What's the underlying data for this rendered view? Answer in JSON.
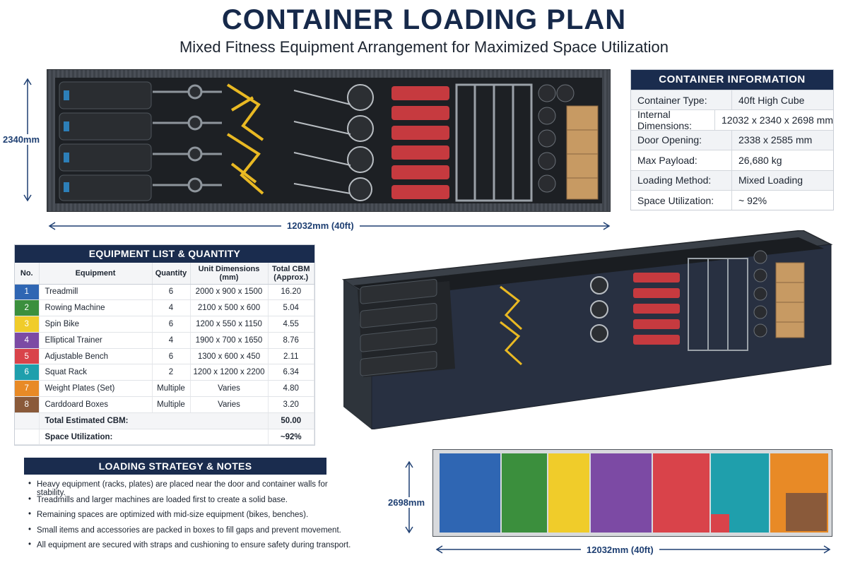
{
  "header": {
    "title": "CONTAINER LOADING PLAN",
    "subtitle": "Mixed Fitness Equipment Arrangement for Maximized Space Utilization"
  },
  "top_view": {
    "width_label": "2340mm",
    "length_label": "12032mm (40ft)"
  },
  "container_info": {
    "heading": "CONTAINER INFORMATION",
    "rows": [
      {
        "key": "Container Type:",
        "value": "40ft High Cube"
      },
      {
        "key": "Internal Dimensions:",
        "value": "12032 x 2340 x 2698 mm"
      },
      {
        "key": "Door Opening:",
        "value": "2338 x 2585 mm"
      },
      {
        "key": "Max Payload:",
        "value": "26,680 kg"
      },
      {
        "key": "Loading Method:",
        "value": "Mixed Loading"
      },
      {
        "key": "Space Utilization:",
        "value": "~ 92%"
      }
    ]
  },
  "equipment": {
    "heading": "EQUIPMENT LIST & QUANTITY",
    "columns": [
      "No.",
      "Equipment",
      "Quantity",
      "Unit Dimensions (mm)",
      "Total CBM (Approx.)"
    ],
    "rows": [
      {
        "no": "1",
        "name": "Treadmill",
        "qty": "6",
        "dims": "2000 x 900 x 1500",
        "cbm": "16.20",
        "color": "#2f66b3"
      },
      {
        "no": "2",
        "name": "Rowing Machine",
        "qty": "4",
        "dims": "2100 x 500 x 600",
        "cbm": "5.04",
        "color": "#3b8f3d"
      },
      {
        "no": "3",
        "name": "Spin Bike",
        "qty": "6",
        "dims": "1200 x 550 x 1150",
        "cbm": "4.55",
        "color": "#f0cc2a"
      },
      {
        "no": "4",
        "name": "Elliptical Trainer",
        "qty": "4",
        "dims": "1900 x 700 x 1650",
        "cbm": "8.76",
        "color": "#7c4aa4"
      },
      {
        "no": "5",
        "name": "Adjustable Bench",
        "qty": "6",
        "dims": "1300 x 600 x 450",
        "cbm": "2.11",
        "color": "#d9434a"
      },
      {
        "no": "6",
        "name": "Squat Rack",
        "qty": "2",
        "dims": "1200 x 1200 x 2200",
        "cbm": "6.34",
        "color": "#1f9fac"
      },
      {
        "no": "7",
        "name": "Weight Plates (Set)",
        "qty": "Multiple",
        "dims": "Varies",
        "cbm": "4.80",
        "color": "#e88a26"
      },
      {
        "no": "8",
        "name": "Carddoard Boxes",
        "qty": "Multiple",
        "dims": "Varies",
        "cbm": "3.20",
        "color": "#8a5a3a"
      }
    ],
    "total_label": "Total Estimated CBM:",
    "total_value": "50.00",
    "util_label": "Space Utilization:",
    "util_value": "~92%"
  },
  "notes": {
    "heading": "LOADING STRATEGY & NOTES",
    "items": [
      "Heavy equipment (racks, plates) are placed near the door and container walls for stability.",
      "Treadmills and larger machines are loaded first to create a solid base.",
      "Remaining spaces are optimized with mid-size equipment (bikes, benches).",
      "Small items and accessories are packed in boxes to fill gaps and prevent movement.",
      "All equipment are secured with straps and cushioning to ensure safety during transport."
    ]
  },
  "side_view": {
    "height_label": "2698mm",
    "length_label": "12032mm (40ft)"
  }
}
